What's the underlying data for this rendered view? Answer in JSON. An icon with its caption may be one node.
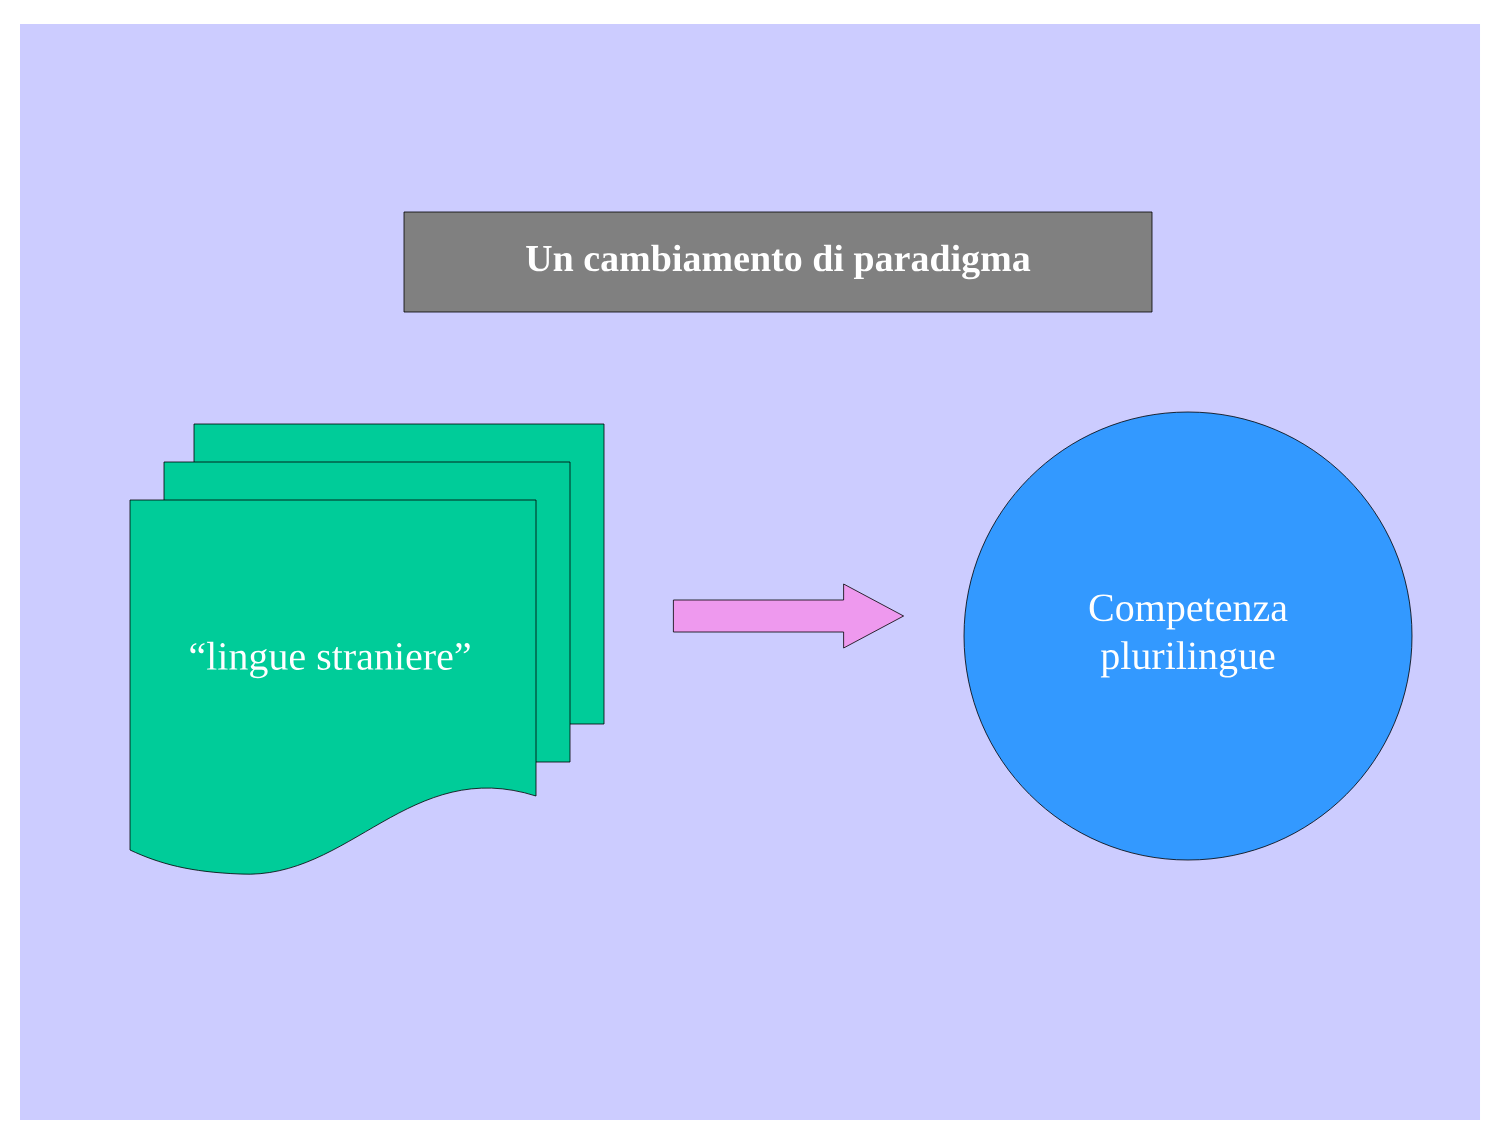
{
  "diagram": {
    "title": "Un cambiamento di paradigma",
    "nodes": [
      {
        "text": [
          "“lingue straniere”"
        ]
      },
      {
        "text": [
          "Competenza plurilingue"
        ]
      }
    ],
    "edges": [
      {
        "from": 0,
        "to": 1,
        "arrow": "to"
      }
    ]
  }
}
